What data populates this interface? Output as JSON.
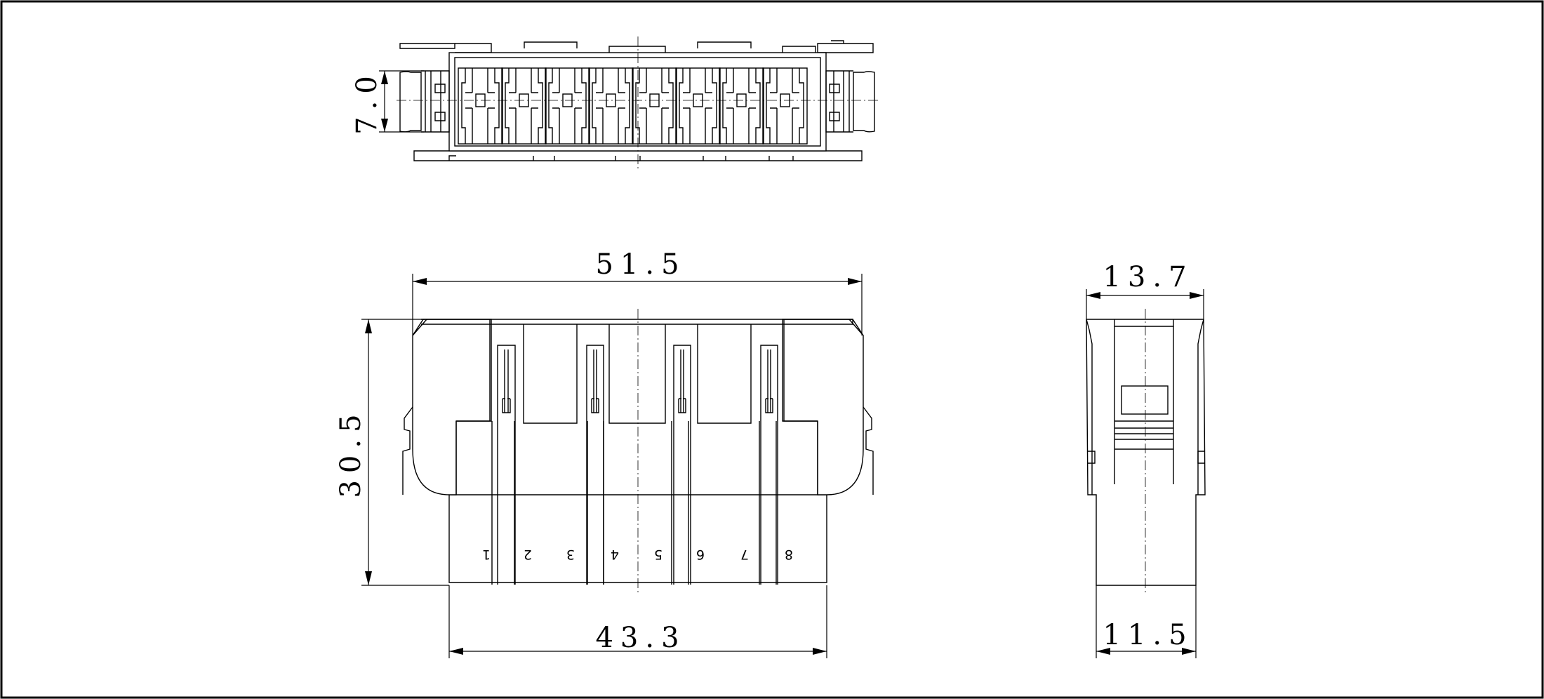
{
  "dimensions": {
    "top_height": "7.0",
    "overall_width": "51.5",
    "height": "30.5",
    "body_width": "43.3",
    "side_width": "13.7",
    "side_body_width": "11.5"
  },
  "pin_labels": [
    "1",
    "2",
    "3",
    "4",
    "5",
    "6",
    "7",
    "8"
  ]
}
